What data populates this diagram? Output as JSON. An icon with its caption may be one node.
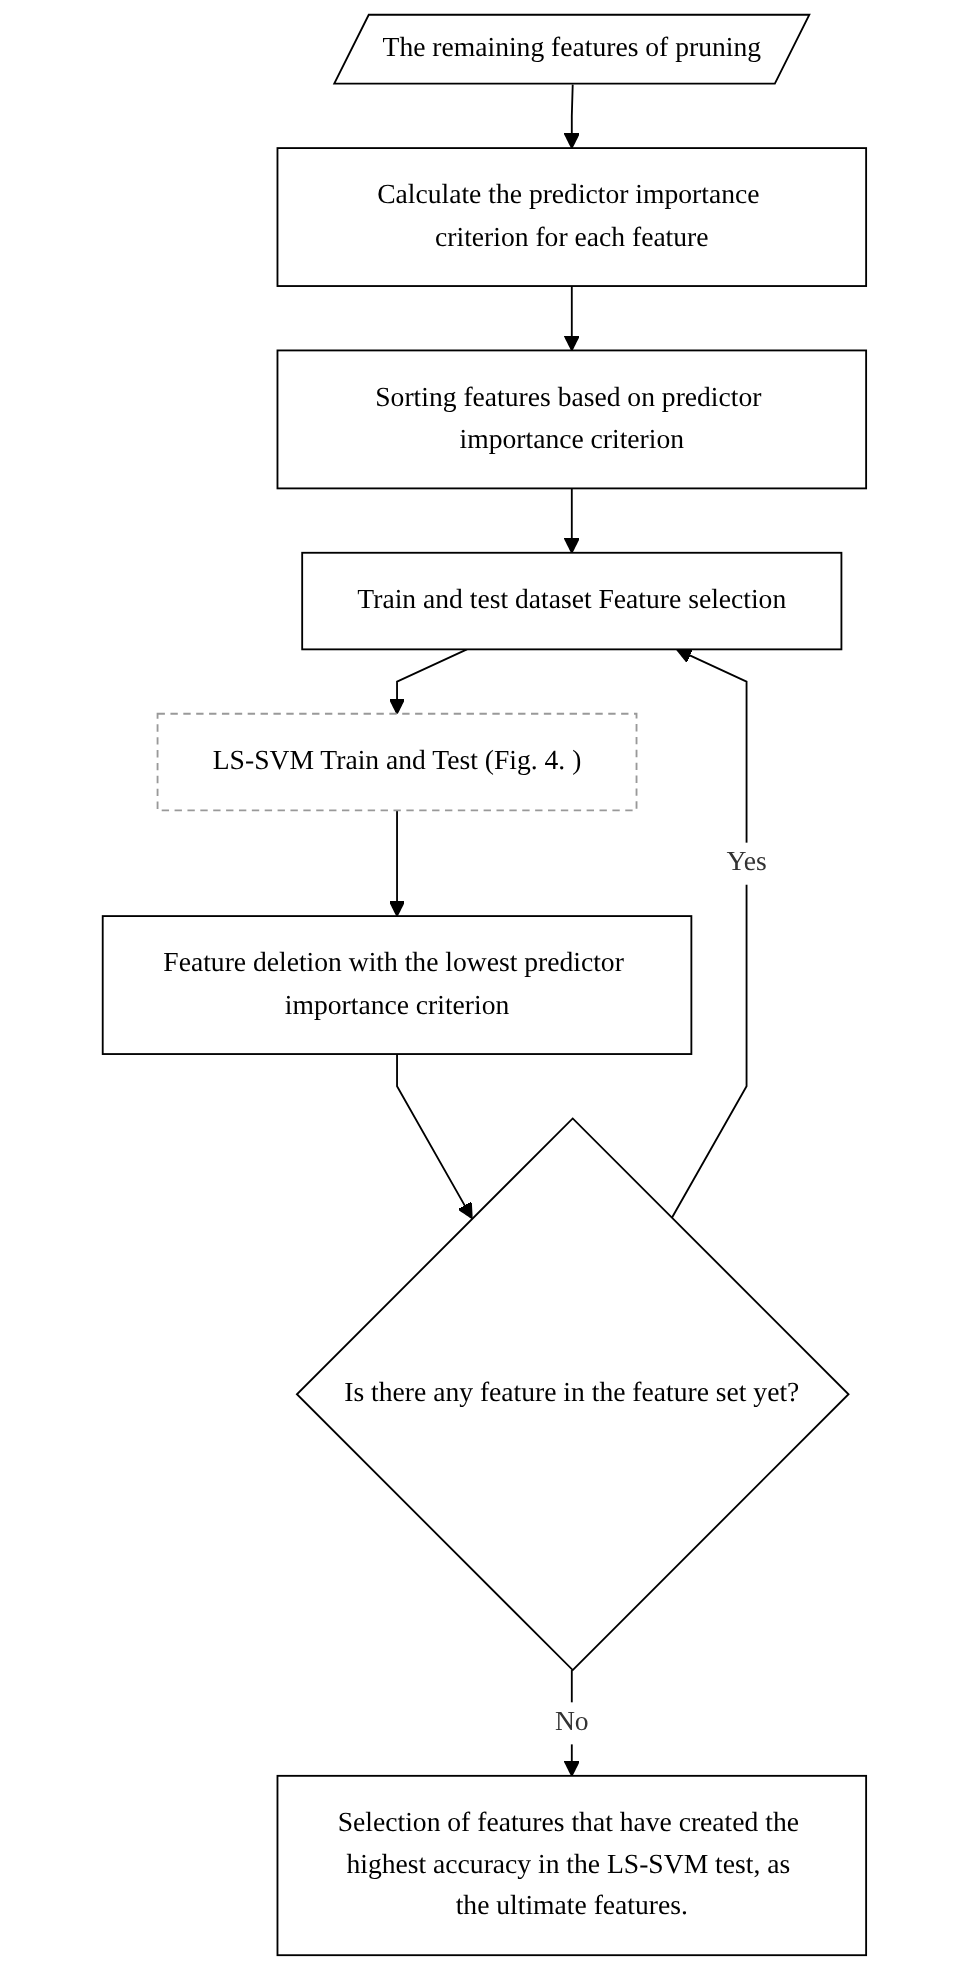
{
  "diagram": {
    "nodes": [
      {
        "text": [
          "The remaining features of pruning"
        ]
      },
      {
        "text": [
          "Calculate the predictor importance criterion for each feature"
        ]
      },
      {
        "text": [
          "Sorting features based on predictor importance criterion"
        ]
      },
      {
        "text": [
          "Train and test dataset Feature selection"
        ]
      },
      {
        "text": [
          "LS-SVM Train and Test (Fig. 4. )"
        ]
      },
      {
        "text": [
          "Feature deletion with the lowest predictor importance criterion"
        ]
      },
      {
        "text": [
          "Is there any feature in the feature set yet?"
        ]
      },
      {
        "text": [
          "Selection of features that have created the highest accuracy in the LS-SVM test, as the ultimate features."
        ]
      }
    ],
    "edges": [
      {
        "from": 0,
        "to": 1,
        "arrow": "to"
      },
      {
        "from": 1,
        "to": 2,
        "arrow": "to"
      },
      {
        "from": 2,
        "to": 3,
        "arrow": "to"
      },
      {
        "from": 3,
        "to": 4,
        "arrow": "to"
      },
      {
        "from": 4,
        "to": 5,
        "arrow": "to"
      },
      {
        "from": 5,
        "to": 6,
        "arrow": "to"
      },
      {
        "from": 6,
        "to": 3,
        "arrow": "to",
        "label": "Yes"
      },
      {
        "from": 6,
        "to": 7,
        "arrow": "to",
        "label": "No"
      }
    ]
  }
}
